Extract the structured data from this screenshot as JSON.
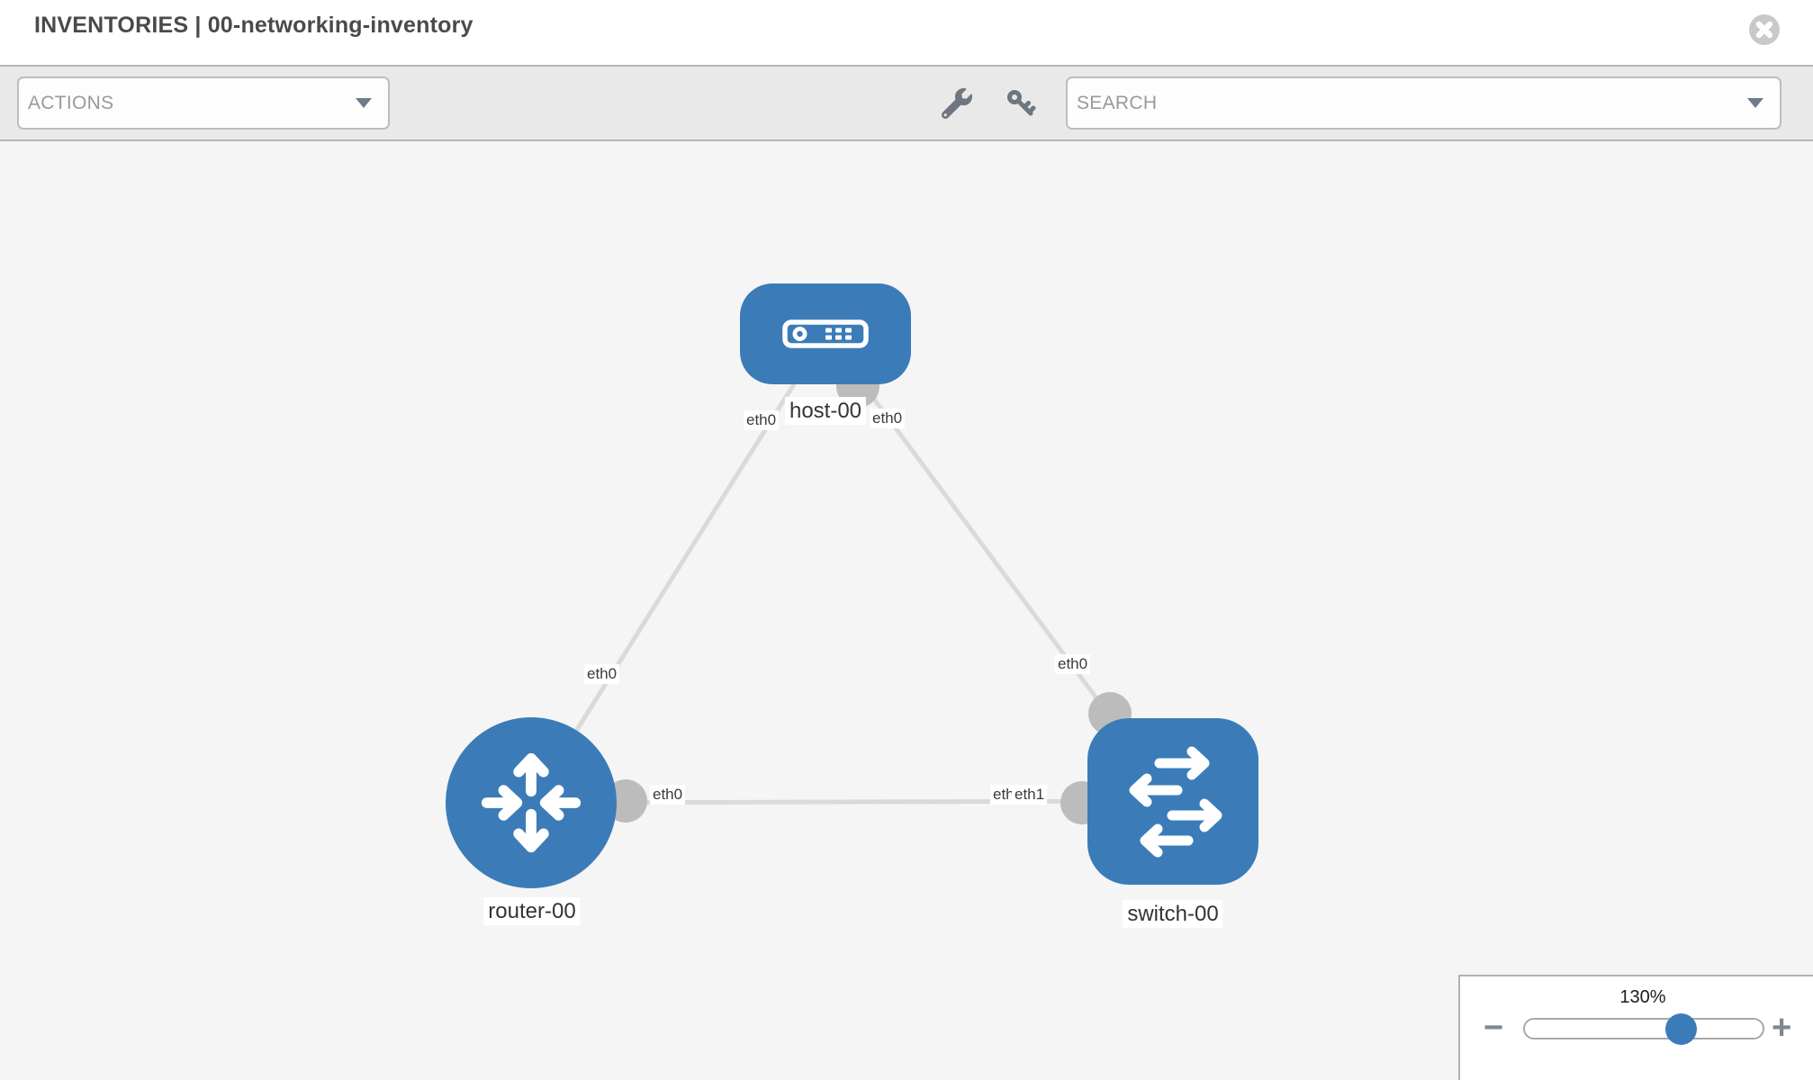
{
  "window": {
    "title": "INVENTORIES | 00-networking-inventory"
  },
  "toolbar": {
    "actions_label": "ACTIONS",
    "search_placeholder": "SEARCH"
  },
  "topology": {
    "nodes": [
      {
        "label": "host-00",
        "type": "host"
      },
      {
        "label": "router-00",
        "type": "router"
      },
      {
        "label": "switch-00",
        "type": "switch"
      }
    ],
    "links": [
      {
        "source": "host-00",
        "target": "router-00",
        "source_interface": "eth0",
        "target_interface": "eth0"
      },
      {
        "source": "host-00",
        "target": "switch-00",
        "source_interface": "eth0",
        "target_interface": "eth0"
      },
      {
        "source": "router-00",
        "target": "switch-00",
        "source_interface": "eth0",
        "target_interface": "eth1",
        "occluded_interface_label": "eth0"
      }
    ]
  },
  "zoom_control": {
    "level": "130%",
    "minus_glyph": "−",
    "plus_glyph": "+"
  },
  "icons": {
    "close": "x-circle",
    "wrench": "wrench",
    "key": "key",
    "dropdown_caret": "chevron-down",
    "host": "server",
    "router": "router-arrows",
    "switch": "switch-arrows"
  },
  "colors": {
    "node_blue": "#3b7cb8",
    "link_gray": "#dadada",
    "interface_dot_gray": "#bcbcbc",
    "toolbar_bg": "#e9e9e9",
    "canvas_bg": "#f5f5f5"
  }
}
